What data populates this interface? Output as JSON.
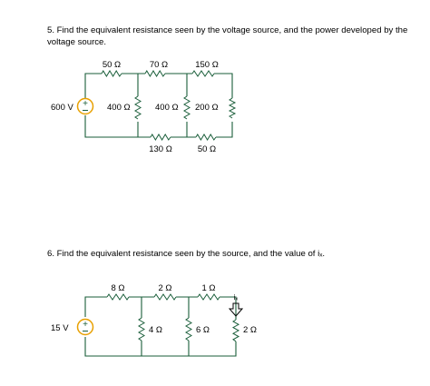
{
  "question1": {
    "text": "5. Find the equivalent resistance seen by the voltage source, and the power developed by the voltage source.",
    "circuit": {
      "source": "600 V",
      "resistors": {
        "r_top1": "50 Ω",
        "r_top2": "70 Ω",
        "r_top3": "150 Ω",
        "r_v1": "400 Ω",
        "r_v2": "400 Ω",
        "r_v3": "200 Ω",
        "r_bot1": "130 Ω",
        "r_bot2": "50 Ω"
      }
    }
  },
  "question2": {
    "text": "6. Find the equivalent resistance seen by the source, and the value of iₓ.",
    "circuit": {
      "source": "15 V",
      "current_label": "iₓ",
      "resistors": {
        "r_top1": "8 Ω",
        "r_top2": "2 Ω",
        "r_top3": "1 Ω",
        "r_v1": "4 Ω",
        "r_v2": "6 Ω",
        "r_v3": "2 Ω"
      }
    }
  },
  "colors": {
    "wire": "#1a5e3a",
    "source_ring": "#e8a000"
  }
}
